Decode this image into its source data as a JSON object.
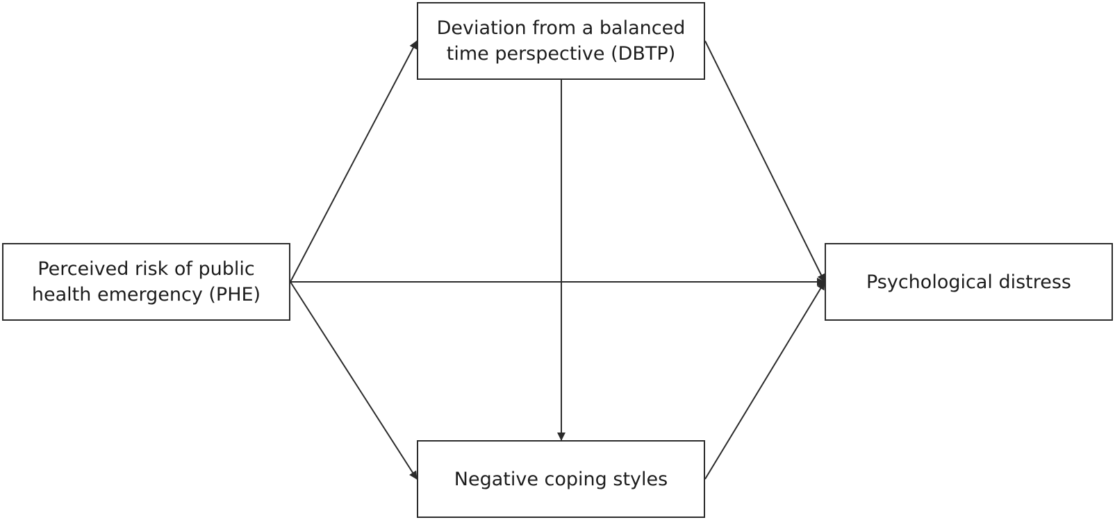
{
  "diagram": {
    "nodes": {
      "phe": {
        "label": "Perceived risk of public\nhealth emergency (PHE)"
      },
      "dbtp": {
        "label": "Deviation from a balanced\ntime perspective (DBTP)"
      },
      "ncs": {
        "label": "Negative coping styles"
      },
      "pd": {
        "label": "Psychological distress"
      }
    },
    "edges": [
      {
        "from": "phe",
        "to": "dbtp"
      },
      {
        "from": "phe",
        "to": "ncs"
      },
      {
        "from": "phe",
        "to": "pd"
      },
      {
        "from": "dbtp",
        "to": "ncs"
      },
      {
        "from": "dbtp",
        "to": "pd"
      },
      {
        "from": "ncs",
        "to": "pd"
      }
    ],
    "colors": {
      "line": "#2b2b2b",
      "text": "#1c1c1c",
      "background": "#ffffff"
    }
  }
}
